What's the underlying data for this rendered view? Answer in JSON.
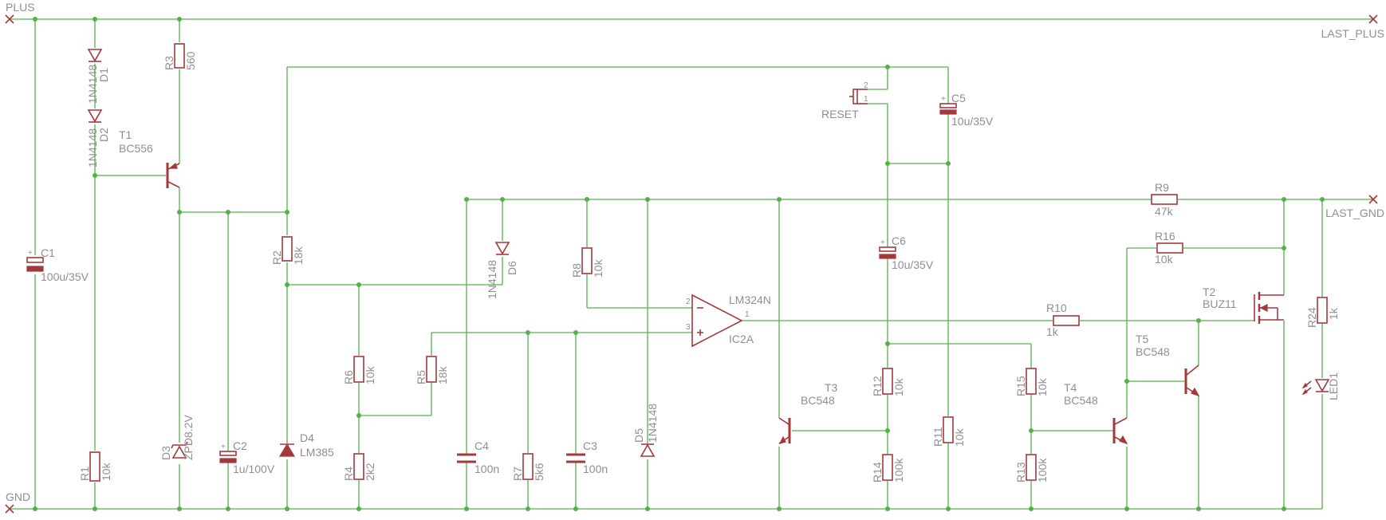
{
  "nets": {
    "plus": "PLUS",
    "gnd": "GND",
    "last_plus": "LAST_PLUS",
    "last_gnd": "LAST_GND"
  },
  "parts": {
    "C1": {
      "name": "C1",
      "value": "100u/35V"
    },
    "D1": {
      "name": "D1",
      "value": "1N4148"
    },
    "D2": {
      "name": "D2",
      "value": "1N4148"
    },
    "R1": {
      "name": "R1",
      "value": "10k"
    },
    "R3": {
      "name": "R3",
      "value": "560"
    },
    "T1": {
      "name": "T1",
      "value": "BC556"
    },
    "D3": {
      "name": "D3",
      "value": "ZPD8.2V"
    },
    "C2": {
      "name": "C2",
      "value": "1u/100V"
    },
    "R2": {
      "name": "R2",
      "value": "18k"
    },
    "D4": {
      "name": "D4",
      "value": "LM385"
    },
    "R6": {
      "name": "R6",
      "value": "10k"
    },
    "R4": {
      "name": "R4",
      "value": "2k2"
    },
    "R5": {
      "name": "R5",
      "value": "18k"
    },
    "D6": {
      "name": "D6",
      "value": "1N4148"
    },
    "C4": {
      "name": "C4",
      "value": "100n"
    },
    "R7": {
      "name": "R7",
      "value": "5k6"
    },
    "C3": {
      "name": "C3",
      "value": "100n"
    },
    "R8": {
      "name": "R8",
      "value": "10k"
    },
    "D5": {
      "name": "D5",
      "value": "1N4148"
    },
    "IC2A": {
      "name": "IC2A",
      "value": "LM324N",
      "pin_minus": "2",
      "pin_plus": "3",
      "pin_out": "1"
    },
    "T3": {
      "name": "T3",
      "value": "BC548"
    },
    "RESET": {
      "name": "RESET",
      "pin1": "1",
      "pin2": "2"
    },
    "C5": {
      "name": "C5",
      "value": "10u/35V"
    },
    "C6": {
      "name": "C6",
      "value": "10u/35V"
    },
    "R12": {
      "name": "R12",
      "value": "10k"
    },
    "R14": {
      "name": "R14",
      "value": "100k"
    },
    "R11": {
      "name": "R11",
      "value": "10k"
    },
    "R15": {
      "name": "R15",
      "value": "10k"
    },
    "R13": {
      "name": "R13",
      "value": "100k"
    },
    "T4": {
      "name": "T4",
      "value": "BC548"
    },
    "R10": {
      "name": "R10",
      "value": "1k"
    },
    "R9": {
      "name": "R9",
      "value": "47k"
    },
    "R16": {
      "name": "R16",
      "value": "10k"
    },
    "T5": {
      "name": "T5",
      "value": "BC548"
    },
    "T2": {
      "name": "T2",
      "value": "BUZ11"
    },
    "R24": {
      "name": "R24",
      "value": "1k"
    },
    "LED1": {
      "name": "LED1"
    }
  },
  "colors": {
    "wire": "#56b04a",
    "component": "#a4393c",
    "label": "#8f8f8f"
  }
}
